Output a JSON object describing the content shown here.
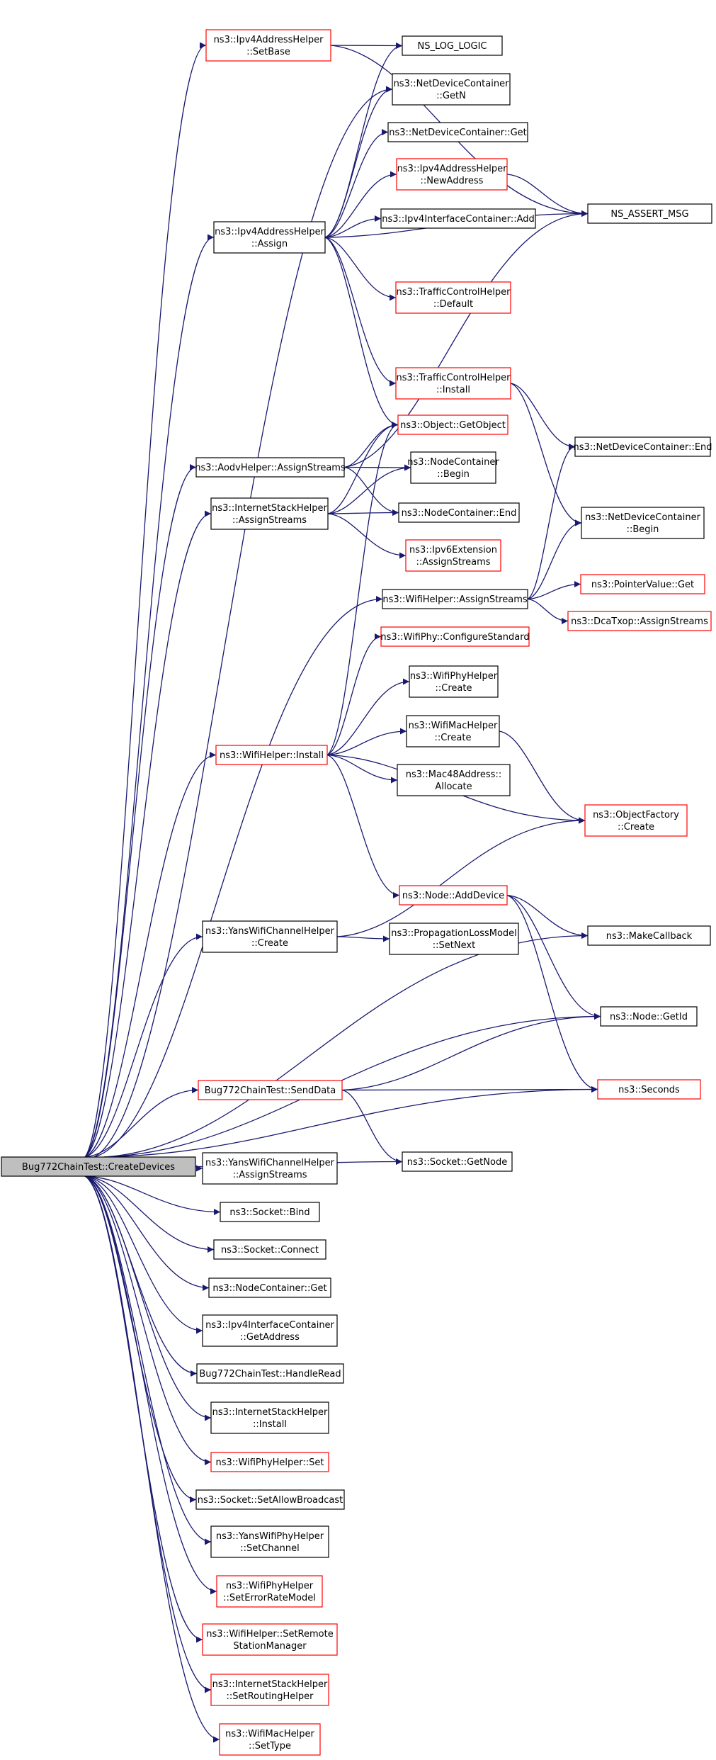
{
  "diagram": {
    "colors": {
      "edge": "#191970",
      "normal_border": "#000000",
      "linked_border": "#ff0000",
      "root_fill": "#bfbfbf",
      "fill": "#ffffff"
    },
    "nodes": [
      {
        "id": "root",
        "lines": [
          "Bug772ChainTest::CreateDevices"
        ],
        "style": "root"
      },
      {
        "id": "ipv4_setbase",
        "lines": [
          "ns3::Ipv4AddressHelper",
          "::SetBase"
        ],
        "style": "linked"
      },
      {
        "id": "ns_log_logic",
        "lines": [
          "NS_LOG_LOGIC"
        ],
        "style": "normal"
      },
      {
        "id": "ndc_getn",
        "lines": [
          "ns3::NetDeviceContainer",
          "::GetN"
        ],
        "style": "normal"
      },
      {
        "id": "ndc_get",
        "lines": [
          "ns3::NetDeviceContainer::Get"
        ],
        "style": "normal"
      },
      {
        "id": "ipv4_newaddress",
        "lines": [
          "ns3::Ipv4AddressHelper",
          "::NewAddress"
        ],
        "style": "linked"
      },
      {
        "id": "ns_assert_msg",
        "lines": [
          "NS_ASSERT_MSG"
        ],
        "style": "normal"
      },
      {
        "id": "ipv4_assign",
        "lines": [
          "ns3::Ipv4AddressHelper",
          "::Assign"
        ],
        "style": "normal"
      },
      {
        "id": "ipv4ic_add",
        "lines": [
          "ns3::Ipv4InterfaceContainer::Add"
        ],
        "style": "normal"
      },
      {
        "id": "tch_default",
        "lines": [
          "ns3::TrafficControlHelper",
          "::Default"
        ],
        "style": "linked"
      },
      {
        "id": "tch_install",
        "lines": [
          "ns3::TrafficControlHelper",
          "::Install"
        ],
        "style": "linked"
      },
      {
        "id": "object_getobject",
        "lines": [
          "ns3::Object::GetObject"
        ],
        "style": "linked"
      },
      {
        "id": "ndc_end",
        "lines": [
          "ns3::NetDeviceContainer::End"
        ],
        "style": "normal"
      },
      {
        "id": "aodv_assignstreams",
        "lines": [
          "ns3::AodvHelper::AssignStreams"
        ],
        "style": "normal"
      },
      {
        "id": "nc_begin",
        "lines": [
          "ns3::NodeContainer",
          "::Begin"
        ],
        "style": "normal"
      },
      {
        "id": "ish_assignstreams",
        "lines": [
          "ns3::InternetStackHelper",
          "::AssignStreams"
        ],
        "style": "normal"
      },
      {
        "id": "nc_end",
        "lines": [
          "ns3::NodeContainer::End"
        ],
        "style": "normal"
      },
      {
        "id": "ndc_begin",
        "lines": [
          "ns3::NetDeviceContainer",
          "::Begin"
        ],
        "style": "normal"
      },
      {
        "id": "ipv6ext_assignstreams",
        "lines": [
          "ns3::Ipv6Extension",
          "::AssignStreams"
        ],
        "style": "linked"
      },
      {
        "id": "wifihelper_assignstreams",
        "lines": [
          "ns3::WifiHelper::AssignStreams"
        ],
        "style": "normal"
      },
      {
        "id": "pointervalue_get",
        "lines": [
          "ns3::PointerValue::Get"
        ],
        "style": "linked"
      },
      {
        "id": "dcatxop_assignstreams",
        "lines": [
          "ns3::DcaTxop::AssignStreams"
        ],
        "style": "linked"
      },
      {
        "id": "wifiphy_configurestandard",
        "lines": [
          "ns3::WifiPhy::ConfigureStandard"
        ],
        "style": "linked"
      },
      {
        "id": "wifiphyhelper_create",
        "lines": [
          "ns3::WifiPhyHelper",
          "::Create"
        ],
        "style": "normal"
      },
      {
        "id": "wifimachelper_create",
        "lines": [
          "ns3::WifiMacHelper",
          "::Create"
        ],
        "style": "normal"
      },
      {
        "id": "wifihelper_install",
        "lines": [
          "ns3::WifiHelper::Install"
        ],
        "style": "linked"
      },
      {
        "id": "mac48_allocate",
        "lines": [
          "ns3::Mac48Address::",
          "Allocate"
        ],
        "style": "normal"
      },
      {
        "id": "objectfactory_create",
        "lines": [
          "ns3::ObjectFactory",
          "::Create"
        ],
        "style": "linked"
      },
      {
        "id": "node_adddevice",
        "lines": [
          "ns3::Node::AddDevice"
        ],
        "style": "linked"
      },
      {
        "id": "yanschannel_create",
        "lines": [
          "ns3::YansWifiChannelHelper",
          "::Create"
        ],
        "style": "normal"
      },
      {
        "id": "plm_setnext",
        "lines": [
          "ns3::PropagationLossModel",
          "::SetNext"
        ],
        "style": "normal"
      },
      {
        "id": "makecallback",
        "lines": [
          "ns3::MakeCallback"
        ],
        "style": "normal"
      },
      {
        "id": "node_getid",
        "lines": [
          "ns3::Node::GetId"
        ],
        "style": "normal"
      },
      {
        "id": "senddata",
        "lines": [
          "Bug772ChainTest::SendData"
        ],
        "style": "linked"
      },
      {
        "id": "seconds",
        "lines": [
          "ns3::Seconds"
        ],
        "style": "linked"
      },
      {
        "id": "socket_getnode",
        "lines": [
          "ns3::Socket::GetNode"
        ],
        "style": "normal"
      },
      {
        "id": "yanschannel_assignstreams",
        "lines": [
          "ns3::YansWifiChannelHelper",
          "::AssignStreams"
        ],
        "style": "normal"
      },
      {
        "id": "socket_bind",
        "lines": [
          "ns3::Socket::Bind"
        ],
        "style": "normal"
      },
      {
        "id": "socket_connect",
        "lines": [
          "ns3::Socket::Connect"
        ],
        "style": "normal"
      },
      {
        "id": "nc_get",
        "lines": [
          "ns3::NodeContainer::Get"
        ],
        "style": "normal"
      },
      {
        "id": "ipv4ic_getaddress",
        "lines": [
          "ns3::Ipv4InterfaceContainer",
          "::GetAddress"
        ],
        "style": "normal"
      },
      {
        "id": "handleread",
        "lines": [
          "Bug772ChainTest::HandleRead"
        ],
        "style": "normal"
      },
      {
        "id": "ish_install",
        "lines": [
          "ns3::InternetStackHelper",
          "::Install"
        ],
        "style": "normal"
      },
      {
        "id": "wifiphyhelper_set",
        "lines": [
          "ns3::WifiPhyHelper::Set"
        ],
        "style": "linked"
      },
      {
        "id": "socket_setallowbroadcast",
        "lines": [
          "ns3::Socket::SetAllowBroadcast"
        ],
        "style": "normal"
      },
      {
        "id": "yansphy_setchannel",
        "lines": [
          "ns3::YansWifiPhyHelper",
          "::SetChannel"
        ],
        "style": "normal"
      },
      {
        "id": "wifiphyhelper_seterrorratemodel",
        "lines": [
          "ns3::WifiPhyHelper",
          "::SetErrorRateModel"
        ],
        "style": "linked"
      },
      {
        "id": "wifihelper_setremotestationmanager",
        "lines": [
          "ns3::WifiHelper::SetRemote",
          "StationManager"
        ],
        "style": "linked"
      },
      {
        "id": "ish_setroutinghelper",
        "lines": [
          "ns3::InternetStackHelper",
          "::SetRoutingHelper"
        ],
        "style": "linked"
      },
      {
        "id": "wifimachelper_settype",
        "lines": [
          "ns3::WifiMacHelper",
          "::SetType"
        ],
        "style": "linked"
      }
    ],
    "edges": [
      [
        "root",
        "ipv4_setbase"
      ],
      [
        "root",
        "ndc_getn"
      ],
      [
        "root",
        "ipv4_assign"
      ],
      [
        "root",
        "aodv_assignstreams"
      ],
      [
        "root",
        "ish_assignstreams"
      ],
      [
        "root",
        "wifihelper_assignstreams"
      ],
      [
        "root",
        "wifihelper_install"
      ],
      [
        "root",
        "yanschannel_create"
      ],
      [
        "root",
        "makecallback"
      ],
      [
        "root",
        "node_getid"
      ],
      [
        "root",
        "seconds"
      ],
      [
        "root",
        "senddata"
      ],
      [
        "root",
        "socket_getnode"
      ],
      [
        "root",
        "yanschannel_assignstreams"
      ],
      [
        "root",
        "socket_bind"
      ],
      [
        "root",
        "socket_connect"
      ],
      [
        "root",
        "nc_get"
      ],
      [
        "root",
        "ipv4ic_getaddress"
      ],
      [
        "root",
        "handleread"
      ],
      [
        "root",
        "ish_install"
      ],
      [
        "root",
        "wifiphyhelper_set"
      ],
      [
        "root",
        "socket_setallowbroadcast"
      ],
      [
        "root",
        "yansphy_setchannel"
      ],
      [
        "root",
        "wifiphyhelper_seterrorratemodel"
      ],
      [
        "root",
        "wifihelper_setremotestationmanager"
      ],
      [
        "root",
        "ish_setroutinghelper"
      ],
      [
        "root",
        "wifimachelper_settype"
      ],
      [
        "ipv4_setbase",
        "ns_log_logic"
      ],
      [
        "ipv4_setbase",
        "ns_assert_msg"
      ],
      [
        "ipv4_assign",
        "ns_log_logic"
      ],
      [
        "ipv4_assign",
        "ndc_getn"
      ],
      [
        "ipv4_assign",
        "ndc_get"
      ],
      [
        "ipv4_assign",
        "ipv4_newaddress"
      ],
      [
        "ipv4_assign",
        "ipv4ic_add"
      ],
      [
        "ipv4_assign",
        "ns_assert_msg"
      ],
      [
        "ipv4_assign",
        "tch_default"
      ],
      [
        "ipv4_assign",
        "tch_install"
      ],
      [
        "ipv4_assign",
        "object_getobject"
      ],
      [
        "ipv4_newaddress",
        "ns_assert_msg"
      ],
      [
        "tch_install",
        "ndc_end"
      ],
      [
        "tch_install",
        "ndc_begin"
      ],
      [
        "aodv_assignstreams",
        "ns_assert_msg"
      ],
      [
        "aodv_assignstreams",
        "object_getobject"
      ],
      [
        "aodv_assignstreams",
        "nc_begin"
      ],
      [
        "aodv_assignstreams",
        "nc_end"
      ],
      [
        "ish_assignstreams",
        "object_getobject"
      ],
      [
        "ish_assignstreams",
        "nc_begin"
      ],
      [
        "ish_assignstreams",
        "nc_end"
      ],
      [
        "ish_assignstreams",
        "ipv6ext_assignstreams"
      ],
      [
        "wifihelper_assignstreams",
        "ndc_end"
      ],
      [
        "wifihelper_assignstreams",
        "ndc_begin"
      ],
      [
        "wifihelper_assignstreams",
        "pointervalue_get"
      ],
      [
        "wifihelper_assignstreams",
        "dcatxop_assignstreams"
      ],
      [
        "wifihelper_install",
        "object_getobject"
      ],
      [
        "wifihelper_install",
        "wifiphy_configurestandard"
      ],
      [
        "wifihelper_install",
        "wifiphyhelper_create"
      ],
      [
        "wifihelper_install",
        "wifimachelper_create"
      ],
      [
        "wifihelper_install",
        "mac48_allocate"
      ],
      [
        "wifihelper_install",
        "objectfactory_create"
      ],
      [
        "wifihelper_install",
        "node_adddevice"
      ],
      [
        "wifimachelper_create",
        "objectfactory_create"
      ],
      [
        "node_adddevice",
        "makecallback"
      ],
      [
        "node_adddevice",
        "node_getid"
      ],
      [
        "node_adddevice",
        "seconds"
      ],
      [
        "yanschannel_create",
        "objectfactory_create"
      ],
      [
        "yanschannel_create",
        "plm_setnext"
      ],
      [
        "senddata",
        "node_getid"
      ],
      [
        "senddata",
        "seconds"
      ],
      [
        "senddata",
        "socket_getnode"
      ]
    ]
  }
}
